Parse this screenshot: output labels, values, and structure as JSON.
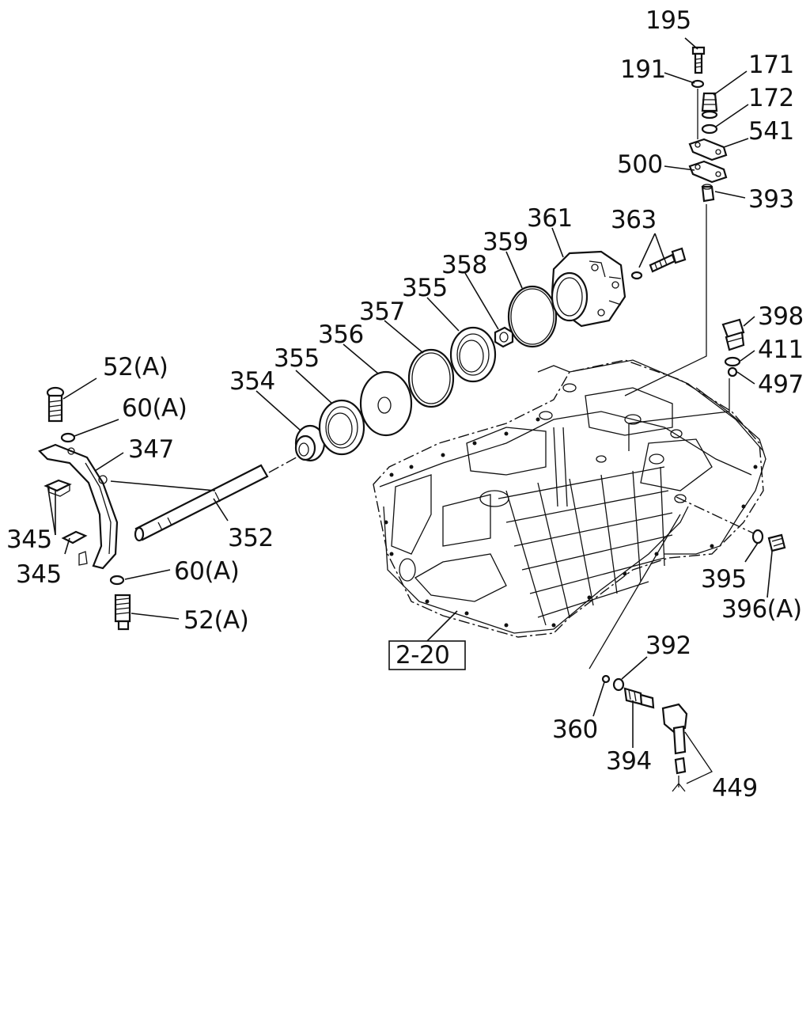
{
  "labels": {
    "p195": "195",
    "p191": "191",
    "p171": "171",
    "p172": "172",
    "p541": "541",
    "p500": "500",
    "p393": "393",
    "p361": "361",
    "p363": "363",
    "p359": "359",
    "p358": "358",
    "p355a": "355",
    "p357": "357",
    "p356": "356",
    "p355b": "355",
    "p354": "354",
    "p398": "398",
    "p411": "411",
    "p497": "497",
    "p52a_top": "52(A)",
    "p60a_top": "60(A)",
    "p347": "347",
    "p345a": "345",
    "p345b": "345",
    "p352": "352",
    "p60a_bot": "60(A)",
    "p52a_bot": "52(A)",
    "p395": "395",
    "p396a": "396(A)",
    "ref_2_20": "2-20",
    "p392": "392",
    "p360": "360",
    "p394": "394",
    "p449": "449"
  },
  "colors": {
    "line": "#111111",
    "background": "#ffffff"
  }
}
